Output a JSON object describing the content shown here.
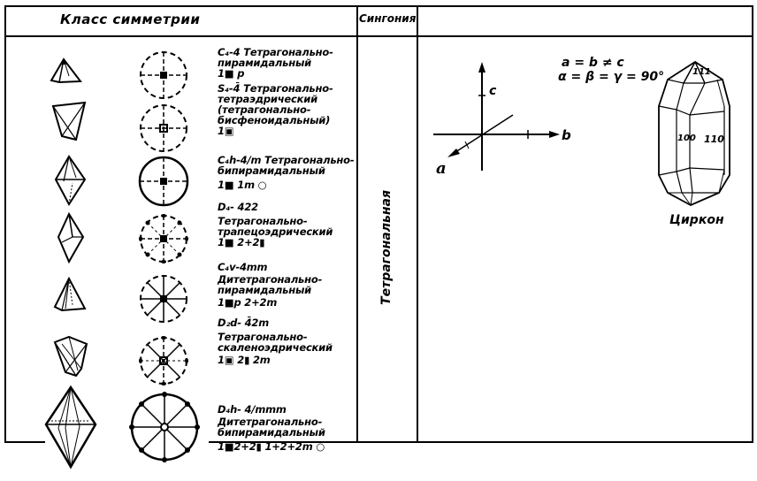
{
  "header": {
    "col_class": "Класс симметрии",
    "col_syngony": "Сингония",
    "col_example": ""
  },
  "syngony": "Тетрагональная",
  "classes": [
    {
      "symbol": "C₄-4",
      "lines": [
        "C₄-4 Тетрагонально-",
        "пирамидальный",
        "1■ p"
      ]
    },
    {
      "symbol": "S₄-4̄",
      "lines": [
        "S₄-4̄ Тетрагонально-",
        "тетраэдрический",
        "(тетрагонально-",
        "бисфеноидальный)",
        "1▣"
      ]
    },
    {
      "symbol": "C₄h-4/m",
      "lines": [
        "C₄h-4/m Тетрагонально-",
        "бипирамидальный",
        "1■ 1m  ○"
      ]
    },
    {
      "symbol": "D₄-422",
      "lines": [
        "D₄- 422",
        "Тетрагонально-",
        "трапецоэдрический",
        "1■ 2+2▮"
      ]
    },
    {
      "symbol": "C₄v-4mm",
      "lines": [
        "C₄v-4mm",
        "Дитетрагонально-",
        "пирамидальный",
        "1■p  2+2m"
      ]
    },
    {
      "symbol": "D₂d-4̄2m",
      "lines": [
        "D₂d- 4̄2m",
        "Тетрагонально-",
        "скаленоэдрический",
        "1▣ 2▮ 2m"
      ]
    },
    {
      "symbol": "D₄h-4/mmm",
      "lines": [
        "D₄h- 4/mmm",
        "Дитетрагонально-",
        "бипирамидальный",
        "1■2+2▮ 1+2+2m ○"
      ]
    }
  ],
  "axes": {
    "a": "a",
    "b": "b",
    "c": "c",
    "rel1": "a = b ≠ c",
    "rel2": "α = β = γ = 90°"
  },
  "crystal": {
    "name": "Циркон",
    "face_111": "111",
    "face_100": "100",
    "face_110": "110"
  }
}
